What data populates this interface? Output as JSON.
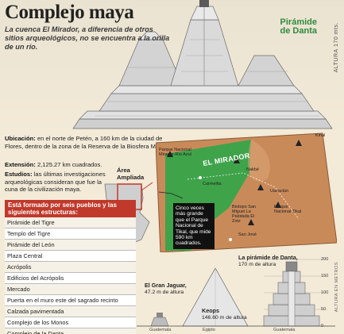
{
  "header": {
    "title": "Complejo maya",
    "intro": "La cuenca El Mirador, a diferencia de otros sitios arqueológicos, no se encuentra a la orilla de un río.",
    "pyramid_label_line1": "Pirámide",
    "pyramid_label_line2": "de Danta",
    "vertical_scale": "ALTURA",
    "vertical_scale_value": "170 mts."
  },
  "info": {
    "ubicacion_label": "Ubicación:",
    "ubicacion_text": " en el norte de Petén, a 160 km de la ciudad de Flores, dentro de la zona de la Reserva de la Biosfera Maya.",
    "extension_label": "Extensión:",
    "extension_text": " 2,125.27 km cuadrados.",
    "estudios_label": "Estudios:",
    "estudios_text": " las últimas investigaciones arqueológicas consideran que fue la cuna de la civilización maya."
  },
  "area": {
    "label_line1": "Área",
    "label_line2": "Ampliada"
  },
  "structures": {
    "heading": "Está formado por seis pueblos y las siguientes estructuras:",
    "items": [
      "Pirámide del Tigre",
      "Templo del Tigre",
      "Pirámide del León",
      "Plaza Central",
      "Acrópolis",
      "Edificios del Acrópolis",
      "Mercado",
      "Puerta en el muro este del sagrado recinto",
      "Calzada pavimentada",
      "Complejo de los Monos",
      "Complejo de la Danta"
    ]
  },
  "map": {
    "title": "EL MIRADOR",
    "labels": {
      "parque": "Parque Nacional Mirador-Río Azul",
      "kinal": "Kinal",
      "nakbe": "Nakbé",
      "carmelita": "Carmelita",
      "uaxactun": "Uaxactún",
      "biotopo": "Biotopo San Miguel La Palotada El Zotz",
      "tikal": "Parque Nacional Tikal",
      "sanjose": "San José"
    },
    "callout": "Cinco veces más grande que el Parque Nacional de Tikal, que mide 590 km cuadrados."
  },
  "comparison": {
    "danta_name": "La pirámide de Danta,",
    "danta_height": "170 m de altura",
    "jaguar_name": "El Gran Jaguar,",
    "jaguar_height": "47.2 m de altura",
    "keops_name": "Keops",
    "keops_height": "146.60 m de altura",
    "country_guate1": "Guatemala",
    "country_egipto": "Egipto",
    "country_guate2": "Guatemala",
    "scale_ticks": [
      "200",
      "150",
      "100",
      "50",
      "0"
    ],
    "scale_axis": "ALTURA EN METROS"
  },
  "colors": {
    "accent_red": "#c0392b",
    "map_green": "#3fa34a",
    "map_tan": "#c98a5a"
  }
}
